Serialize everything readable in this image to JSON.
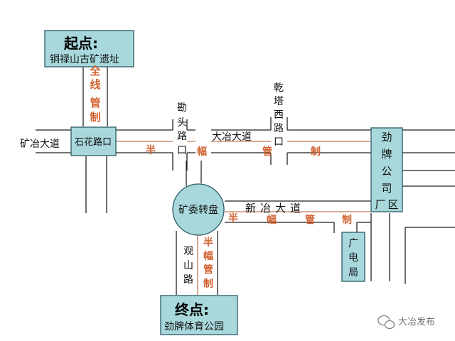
{
  "start": {
    "title": "起点:",
    "name": "铜禄山古矿遗址"
  },
  "end": {
    "title": "终点:",
    "name": "劲牌体育公园"
  },
  "places": {
    "shihua_intersection": "石花路口",
    "roundabout": "矿委转盘",
    "jinpai_factory": "劲牌公司厂区",
    "radio_tv_bureau": "广电局"
  },
  "roads": {
    "kuangye_avenue": "矿冶大道",
    "kantou_intersection": "勘头路口",
    "qianta_west_intersection": "乾塔西路口",
    "daye_avenue": "大冶大道",
    "xinye_avenue": "新冶大道",
    "guanshan_road": "观山路"
  },
  "control": {
    "full": "全线管制",
    "half": "半幅管制"
  },
  "watermark": "大冶发布",
  "colors": {
    "box_fill": "#a8d8dc",
    "box_border": "#2a5a63",
    "control_text": "#d0602e",
    "road_line": "#222222"
  },
  "icons": [
    "wechat-logo-icon"
  ]
}
